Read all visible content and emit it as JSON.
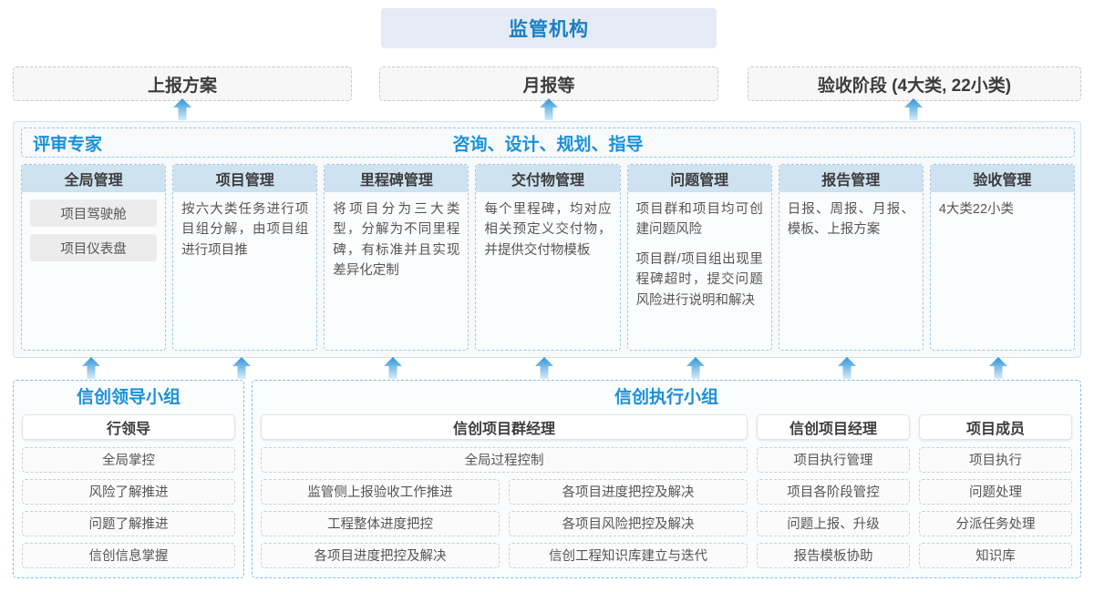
{
  "top": {
    "title": "监管机构"
  },
  "reports": [
    {
      "label": "上报方案"
    },
    {
      "label": "月报等"
    },
    {
      "label": "验收阶段 (4大类, 22小类)"
    }
  ],
  "middle": {
    "left_title": "评审专家",
    "center_title": "咨询、设计、规划、指导",
    "columns": [
      {
        "head": "全局管理",
        "paragraphs": [],
        "chips": [
          "项目驾驶舱",
          "项目仪表盘"
        ]
      },
      {
        "head": "项目管理",
        "paragraphs": [
          "按六大类任务进行项目组分解，由项目组进行项目推"
        ],
        "chips": []
      },
      {
        "head": "里程碑管理",
        "paragraphs": [
          "将项目分为三大类型，分解为不同里程碑，有标准并且实现差异化定制"
        ],
        "chips": []
      },
      {
        "head": "交付物管理",
        "paragraphs": [
          "每个里程碑，均对应相关预定义交付物，并提供交付物模板"
        ],
        "chips": []
      },
      {
        "head": "问题管理",
        "paragraphs": [
          "项目群和项目均可创建问题风险",
          "项目群/项目组出现里程碑超时，提交问题风险进行说明和解决"
        ],
        "chips": []
      },
      {
        "head": "报告管理",
        "paragraphs": [
          "日报、周报、月报、模板、上报方案"
        ],
        "chips": []
      },
      {
        "head": "验收管理",
        "paragraphs": [
          "4大类22小类"
        ],
        "chips": []
      }
    ]
  },
  "bottom": {
    "lead_group": {
      "title": "信创领导小组",
      "role": "行领导",
      "tasks": [
        "全局掌控",
        "风险了解推进",
        "问题了解推进",
        "信创信息掌握"
      ]
    },
    "exec_group": {
      "title": "信创执行小组",
      "pm_group": {
        "role": "信创项目群经理",
        "full_task": "全局过程控制",
        "left_tasks": [
          "监管侧上报验收工作推进",
          "工程整体进度把控",
          "各项目进度把控及解决"
        ],
        "right_tasks": [
          "各项目进度把控及解决",
          "各项目风险把控及解决",
          "信创工程知识库建立与迭代"
        ]
      },
      "pm": {
        "role": "信创项目经理",
        "tasks": [
          "项目执行管理",
          "项目各阶段管控",
          "问题上报、升级",
          "报告模板协助"
        ]
      },
      "member": {
        "role": "项目成员",
        "tasks": [
          "项目执行",
          "问题处理",
          "分派任务处理",
          "知识库"
        ]
      }
    }
  },
  "colors": {
    "accent_blue": "#1a91d8",
    "top_box_bg": "#e5ebf5",
    "col_head_bg": "#cee2f0",
    "arrow_blue": "#2f95d6"
  },
  "icons": {
    "arrow_up": "arrow-up-icon"
  }
}
